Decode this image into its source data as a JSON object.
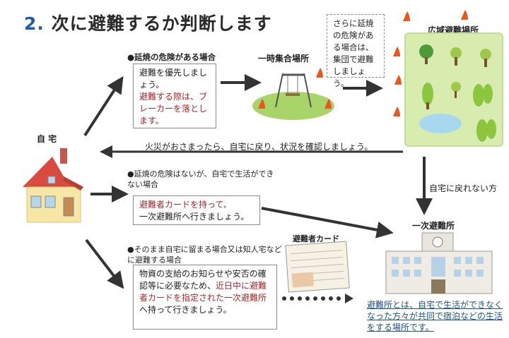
{
  "title": {
    "number": "2.",
    "text": "次に避難するか判断します"
  },
  "home": {
    "label": "自 宅"
  },
  "case1": {
    "heading": "●延焼の危険がある場合",
    "black_text": "避難を優先しましょう。",
    "red_text": "避難する際は、ブレーカーを落とします。"
  },
  "temp_site": {
    "label": "一時集合場所"
  },
  "spread_note": {
    "text": "さらに延焼の危険がある場合は、集団で避難しましょう。"
  },
  "wide_site": {
    "label": "広域避難場所"
  },
  "return_note": {
    "text": "火災がおさまったら、自宅に戻り、状況を確認しましょう。"
  },
  "case2": {
    "heading": "●延焼の危険はないが、自宅で生活ができない場合",
    "red_text": "避難者カードを持って、",
    "black_text": "一次避難所へ行きましょう。"
  },
  "cannot_return": {
    "text": "自宅に戻れない方"
  },
  "primary_shelter": {
    "label": "一次避難所",
    "description": "避難所とは、自宅で生活ができなくなった方々が共同で宿泊などの生活をする場所です。"
  },
  "card": {
    "label": "避難者カード"
  },
  "case3": {
    "heading": "●そのまま自宅に留まる場合又は知人宅などに避難する場合",
    "black_text": "物資の支給のお知らせや安否の確認等に必要なため、",
    "red_text": "近日中に避難者カードを指定された一次避難所",
    "black_text_end": "へ持って行きましょう。"
  },
  "colors": {
    "accent_red": "#a3282b",
    "number_blue": "#1e5aa8",
    "park_green": "#d9ecb0",
    "flame_orange": "#e8571e"
  }
}
